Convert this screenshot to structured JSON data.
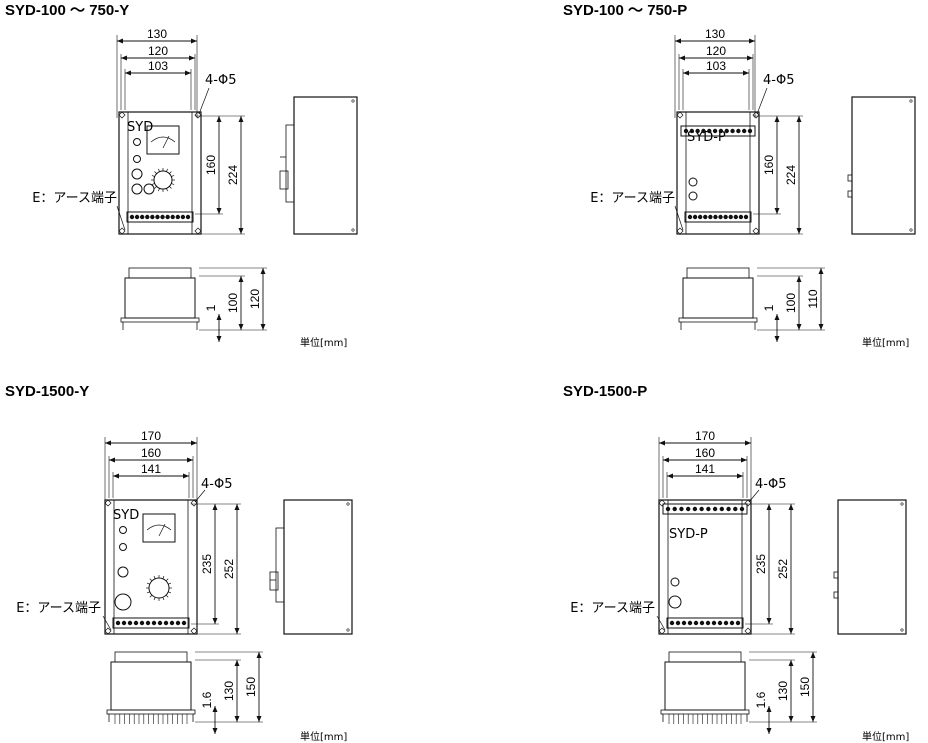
{
  "panels": [
    {
      "title": "SYD-100 ～ 750-Y",
      "width_labels": [
        "130",
        "120",
        "103"
      ],
      "hole_label": "4-Φ5",
      "height_labels": [
        "160",
        "224"
      ],
      "front_label": "SYD",
      "earth_label": "E：アース端子",
      "bottom_labels": [
        "1",
        "100",
        "120"
      ],
      "unit_label": "単位[mm]"
    },
    {
      "title": "SYD-100 ～ 750-P",
      "width_labels": [
        "130",
        "120",
        "103"
      ],
      "hole_label": "4-Φ5",
      "height_labels": [
        "160",
        "224"
      ],
      "front_label": "SYD-P",
      "earth_label": "E：アース端子",
      "bottom_labels": [
        "1",
        "100",
        "110"
      ],
      "unit_label": "単位[mm]"
    },
    {
      "title": "SYD-1500-Y",
      "width_labels": [
        "170",
        "160",
        "141"
      ],
      "hole_label": "4-Φ5",
      "height_labels": [
        "235",
        "252"
      ],
      "front_label": "SYD",
      "earth_label": "E：アース端子",
      "bottom_labels": [
        "1.6",
        "130",
        "150"
      ],
      "unit_label": "単位[mm]"
    },
    {
      "title": "SYD-1500-P",
      "width_labels": [
        "170",
        "160",
        "141"
      ],
      "hole_label": "4-Φ5",
      "height_labels": [
        "235",
        "252"
      ],
      "front_label": "SYD-P",
      "earth_label": "E：アース端子",
      "bottom_labels": [
        "1.6",
        "130",
        "150"
      ],
      "unit_label": "単位[mm]"
    }
  ]
}
